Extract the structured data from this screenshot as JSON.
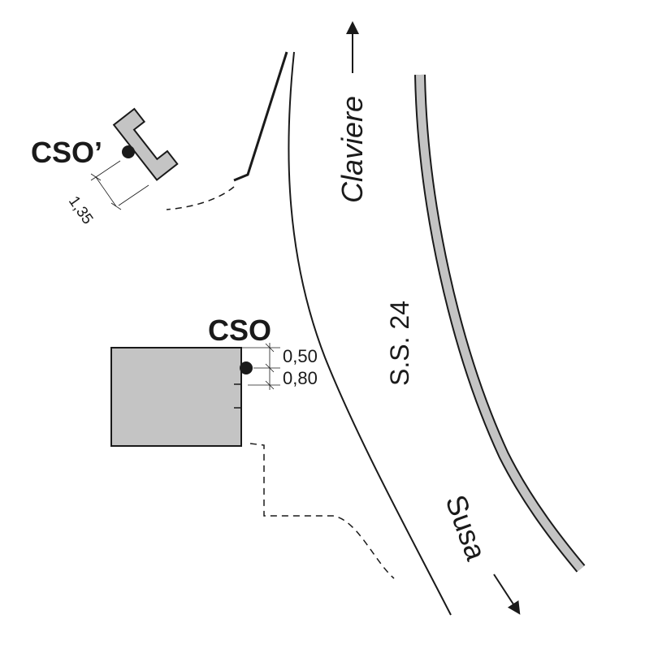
{
  "labels": {
    "cso_prime": "CSO’",
    "cso": "CSO",
    "road": "S.S. 24",
    "direction_up": "Claviere",
    "direction_down": "Susa",
    "dim_cso_prime": "1,35",
    "dim_cso_top": "0,50",
    "dim_cso_bottom": "0,80"
  },
  "colors": {
    "line": "#1a1a1a",
    "fill_gray": "#c4c4c4",
    "background": "#ffffff"
  }
}
